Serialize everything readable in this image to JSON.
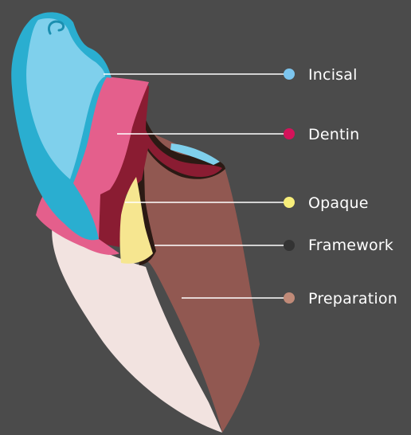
{
  "layers": [
    {
      "key": "incisal",
      "label": "Incisal",
      "color": "#7cc5ee"
    },
    {
      "key": "dentin",
      "label": "Dentin",
      "color": "#d4125a"
    },
    {
      "key": "opaque",
      "label": "Opaque",
      "color": "#f7ee7a"
    },
    {
      "key": "framework",
      "label": "Framework",
      "color": "#333333"
    },
    {
      "key": "preparation",
      "label": "Preparation",
      "color": "#c08a78"
    }
  ],
  "colors": {
    "background": "#4b4b4b",
    "enamel_blue": "#2aaed0",
    "enamel_blue_light": "#7fd0ec",
    "dentin_pink": "#e45f8c",
    "dentin_pink_light": "#ee7fa6",
    "dentin_dark": "#8a1c32",
    "opaque_yellow": "#f6e690",
    "framework_outline": "#2b1a14",
    "preparation_brown": "#915851",
    "root_surface": "#f2e3e0",
    "leader_line": "#ffffff"
  }
}
